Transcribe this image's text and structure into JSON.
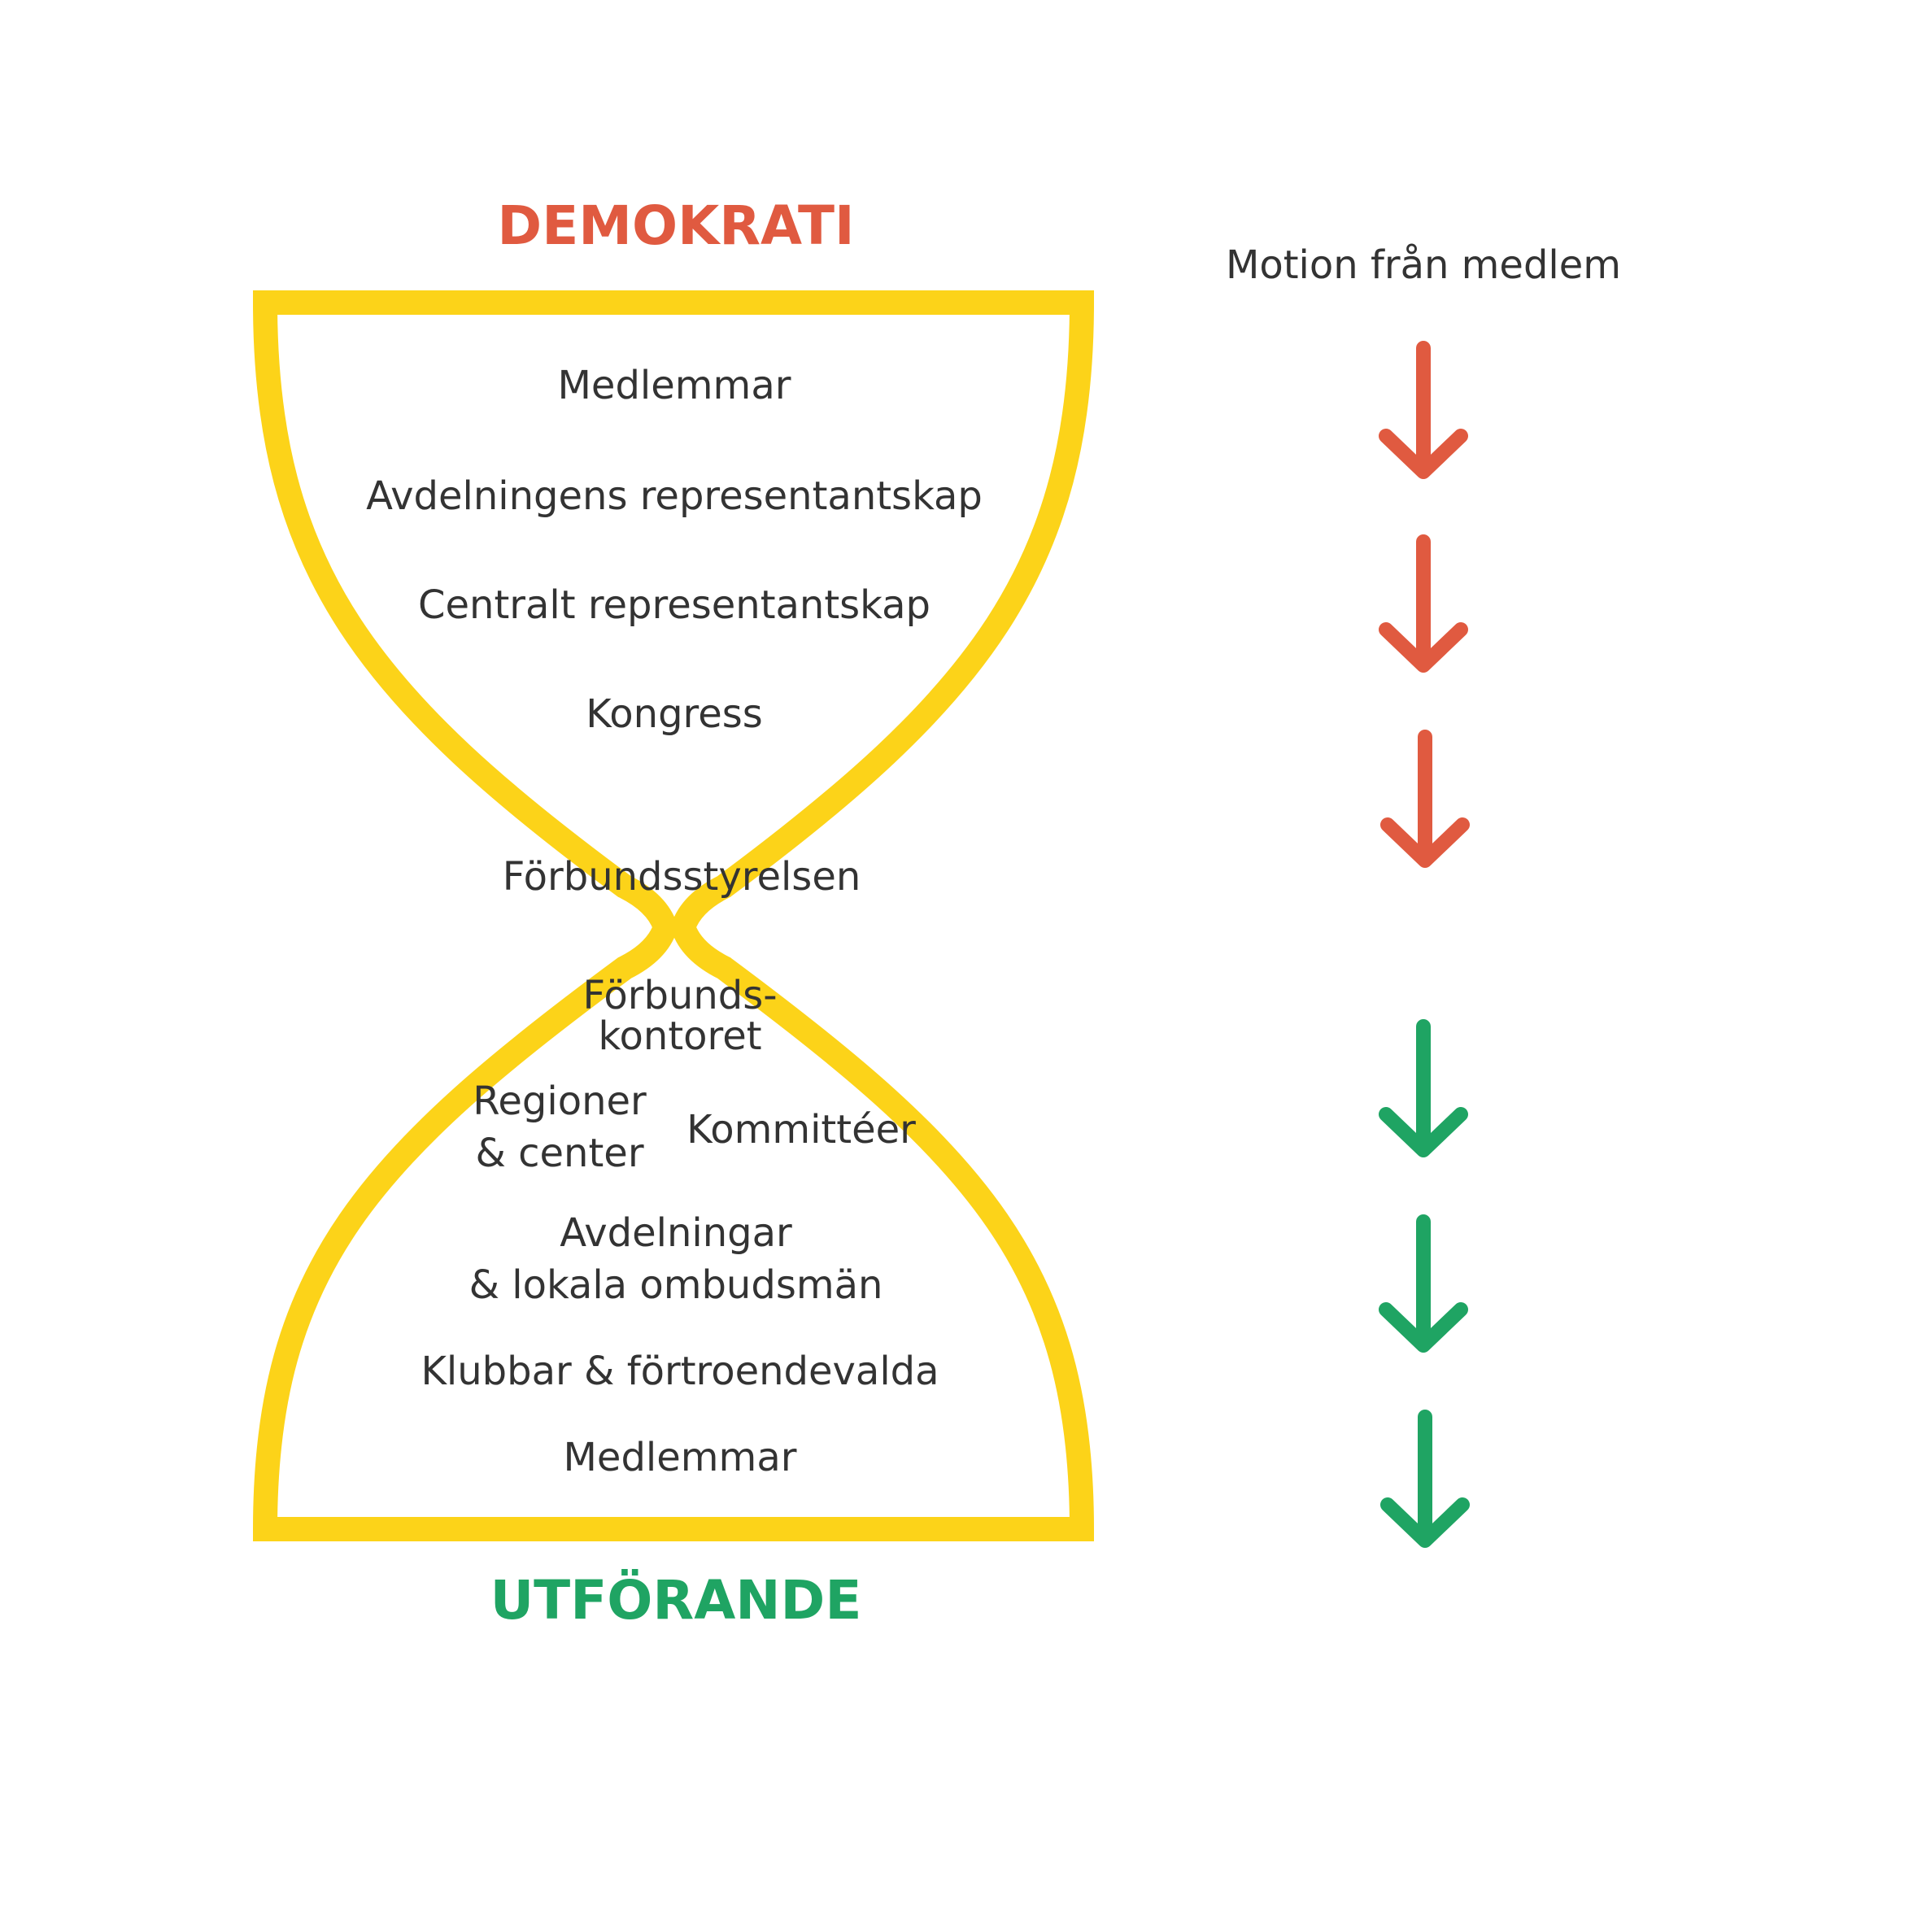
{
  "colors": {
    "hourglass": "#FCD319",
    "democracy": "#E05A40",
    "execution": "#1FA463",
    "text": "#333333"
  },
  "headings": {
    "top": "DEMOKRATI",
    "bottom": "UTFÖRANDE"
  },
  "side_label": "Motion från medlem",
  "upper_levels": [
    "Medlemmar",
    "Avdelningens representantskap",
    "Centralt representantskap",
    "Kongress"
  ],
  "center_level": "Förbundsstyrelsen",
  "lower_levels": {
    "office_line1": "Förbunds-",
    "office_line2": "kontoret",
    "regions_line1": "Regioner",
    "regions_line2": "& center",
    "committees": "Kommittéer",
    "branches_line1": "Avdelningar",
    "branches_line2": "& lokala ombudsmän",
    "clubs": "Klubbar & förtroendevalda",
    "members": "Medlemmar"
  },
  "arrows": {
    "red_count": 3,
    "green_count": 3,
    "icon": "arrow-down-icon"
  }
}
